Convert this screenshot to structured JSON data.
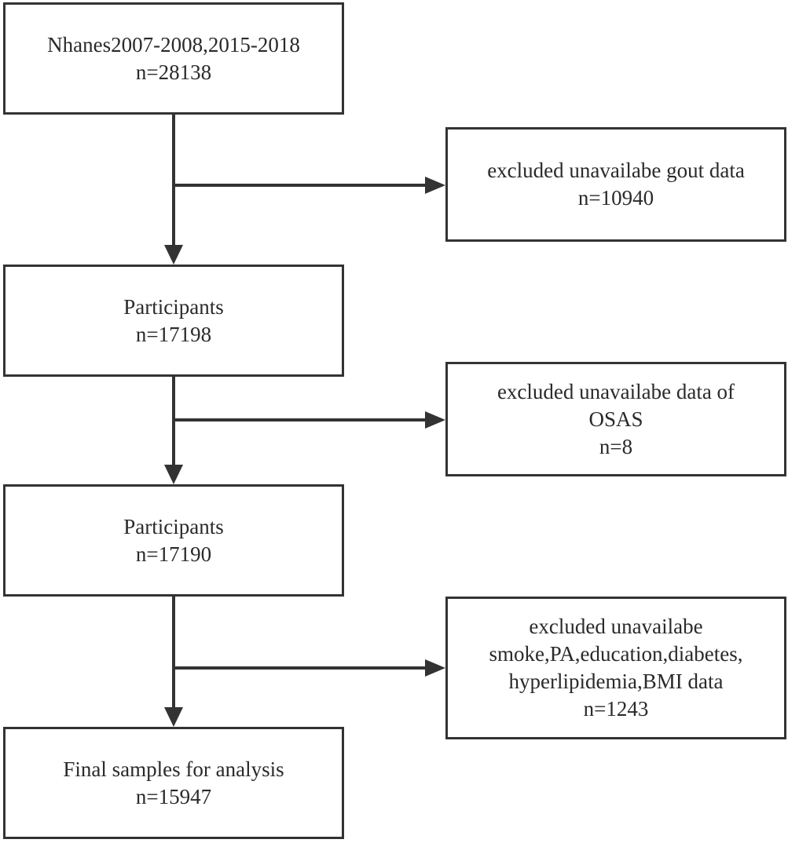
{
  "steps": [
    {
      "line1": "Nhanes2007-2008,2015-2018",
      "line2": "n=28138"
    },
    {
      "line1": "Participants",
      "line2": "n=17198"
    },
    {
      "line1": "Participants",
      "line2": "n=17190"
    },
    {
      "line1": "Final samples for analysis",
      "line2": "n=15947"
    }
  ],
  "exclusions": [
    {
      "lines": [
        "excluded unavailabe gout data",
        "n=10940"
      ]
    },
    {
      "lines": [
        "excluded unavailabe data of",
        "OSAS",
        "n=8"
      ]
    },
    {
      "lines": [
        "excluded unavailabe",
        "smoke,PA,education,diabetes,",
        "hyperlipidemia,BMI data",
        "n=1243"
      ]
    }
  ],
  "colors": {
    "stroke": "#333333",
    "text": "#2a2a2a",
    "background": "#ffffff"
  }
}
